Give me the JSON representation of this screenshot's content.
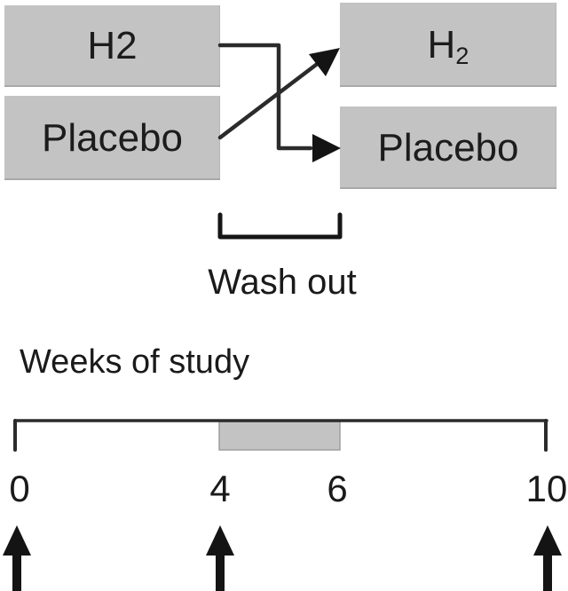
{
  "figure": {
    "description_labels": {
      "washout": "Wash out",
      "timeline_title": "Weeks of study"
    },
    "period1": {
      "arm1": "H2",
      "arm2": "Placebo"
    },
    "period2": {
      "arm1_base": "H",
      "arm1_sub": "2",
      "arm2": "Placebo"
    },
    "crossover": {
      "arrow1": "period1-h2-to-period2-placebo",
      "arrow2": "period1-placebo-to-period2-h2"
    },
    "timeline": {
      "title": "Weeks of study",
      "ticks": [
        "0",
        "4",
        "6",
        "10"
      ],
      "axis_range_weeks": [
        0,
        10
      ],
      "shaded_interval_weeks": [
        4,
        6
      ],
      "assessment_arrow_weeks": [
        0,
        4,
        10
      ]
    },
    "colors": {
      "box_fill": "#c3c3c3",
      "shade_fill": "#c3c3c3",
      "shade_edge": "#9e9e9e",
      "line": "#2b2b2b",
      "arrow": "#141414",
      "text": "#1a1a1a",
      "background": "#ffffff"
    }
  }
}
